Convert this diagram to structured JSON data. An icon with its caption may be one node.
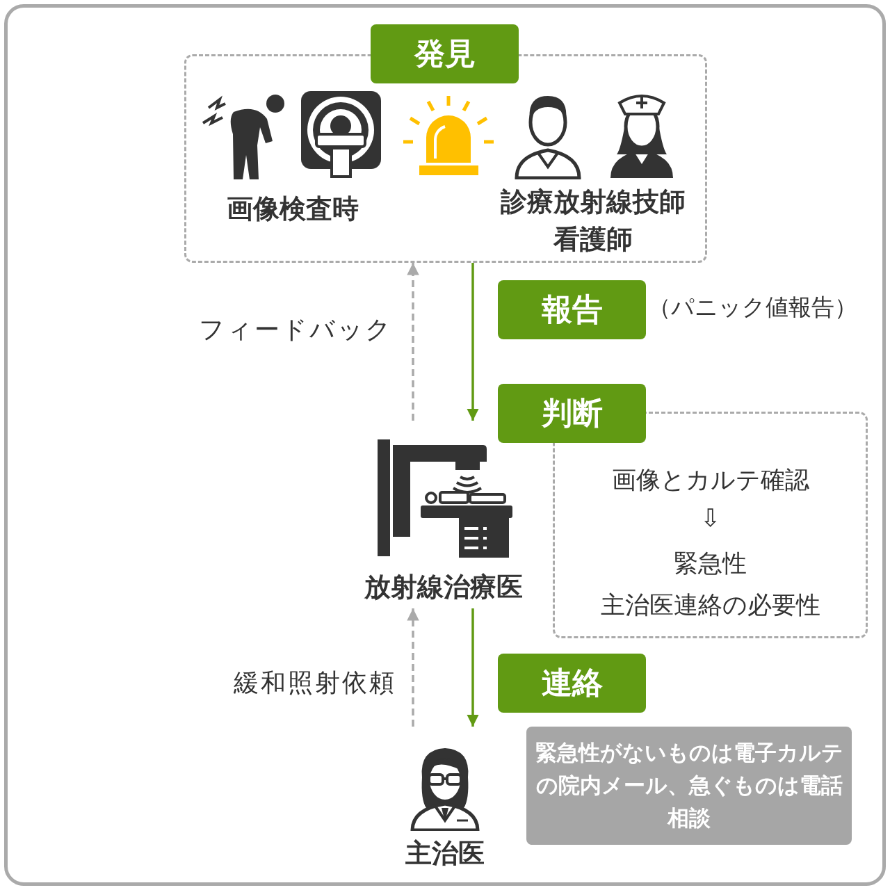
{
  "diagram": {
    "nodes": [
      {
        "text": [
          "発見"
        ]
      },
      {
        "text": [],
        "shape": "box"
      },
      {
        "text": [
          "画像検査時"
        ],
        "in": 1
      },
      {
        "text": [
          "診療放射線技師",
          "看護師"
        ],
        "in": 1
      },
      {
        "text": [
          "放射線治療医"
        ]
      },
      {
        "text": [
          "主治医"
        ]
      },
      {
        "text": [
          "報告"
        ],
        "beside": [
          "（パニック値報告）"
        ]
      },
      {
        "text": [
          "判断"
        ]
      },
      {
        "text": [
          "画像とカルテ確認",
          "⇩",
          "緊急性",
          "主治医連絡の必要性"
        ]
      },
      {
        "text": [
          "連絡"
        ]
      },
      {
        "text": [
          "緊急性がないものは電子カルテの院内メール、急ぐものは電話相談"
        ]
      }
    ],
    "edges": [
      {
        "from": 1,
        "to": 4,
        "arrow": "to"
      },
      {
        "from": 4,
        "to": 1,
        "arrow": "to",
        "label": "フィードバック",
        "style": "dashed",
        "color": "#aaaaaa"
      },
      {
        "from": 4,
        "to": 5,
        "arrow": "to"
      },
      {
        "from": 5,
        "to": 4,
        "arrow": "to",
        "label": "緩和照射依頼",
        "style": "dashed",
        "color": "#aaaaaa"
      }
    ]
  }
}
